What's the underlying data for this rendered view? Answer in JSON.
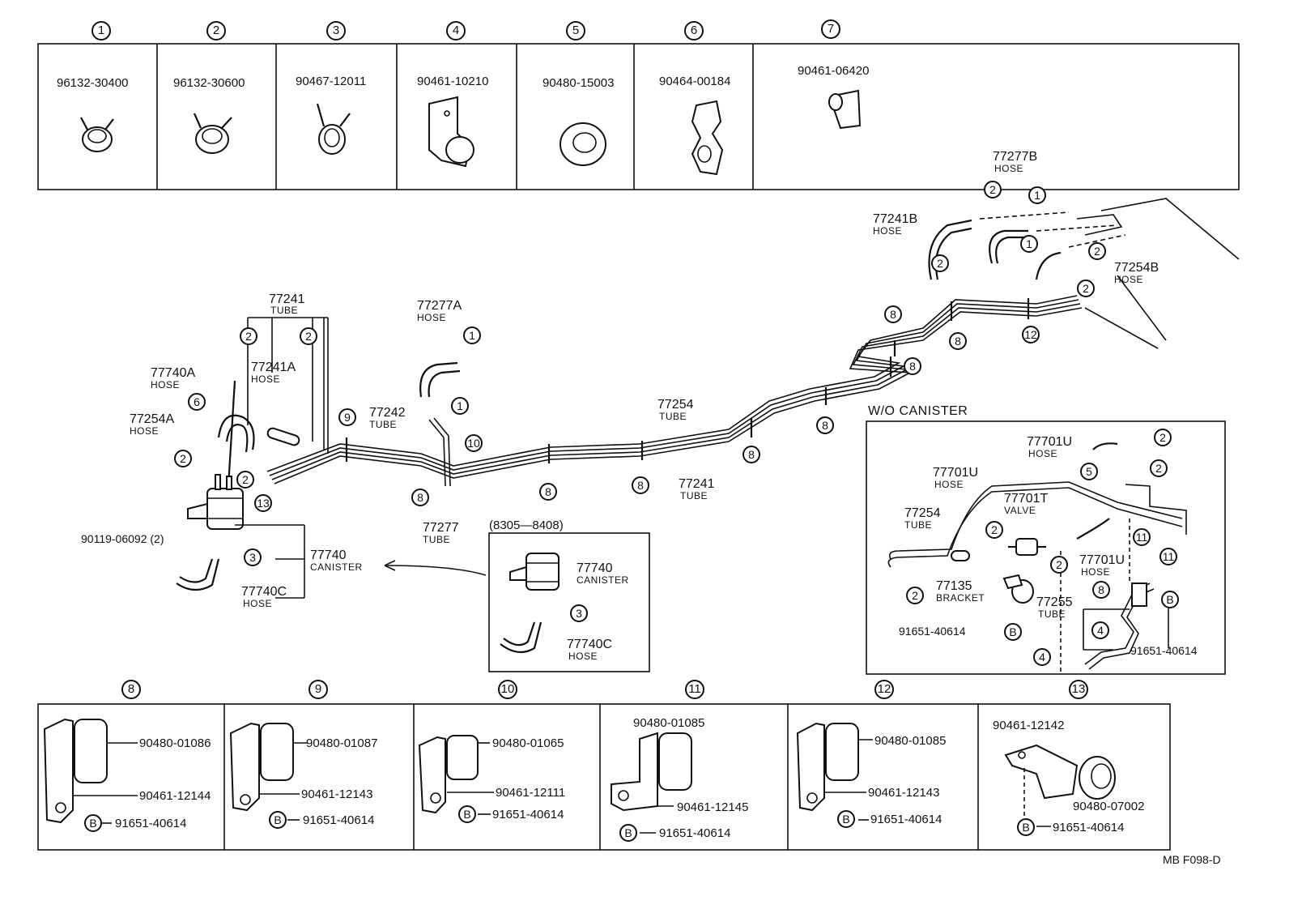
{
  "top_table": {
    "items": [
      {
        "num": "1",
        "part": "96132-30400"
      },
      {
        "num": "2",
        "part": "96132-30600"
      },
      {
        "num": "3",
        "part": "90467-12011"
      },
      {
        "num": "4",
        "part": "90461-10210"
      },
      {
        "num": "5",
        "part": "90480-15003"
      },
      {
        "num": "6",
        "part": "90464-00184"
      },
      {
        "num": "7",
        "part": "90461-06420"
      }
    ]
  },
  "bottom_table": {
    "items": [
      {
        "num": "8",
        "p1": "90480-01086",
        "p2": "90461-12144",
        "p3": "91651-40614"
      },
      {
        "num": "9",
        "p1": "90480-01087",
        "p2": "90461-12143",
        "p3": "91651-40614"
      },
      {
        "num": "10",
        "p1": "90480-01065",
        "p2": "90461-12111",
        "p3": "91651-40614"
      },
      {
        "num": "11",
        "p1": "90480-01085",
        "p2": "90461-12145",
        "p3": "91651-40614"
      },
      {
        "num": "12",
        "p1": "90480-01085",
        "p2": "90461-12143",
        "p3": "91651-40614"
      },
      {
        "num": "13",
        "p1": "90461-12142",
        "p2": "90480-07002",
        "p3": "91651-40614"
      }
    ],
    "bolt_mark": "B"
  },
  "main": {
    "p77241": "77241",
    "tube": "TUBE",
    "hose": "HOSE",
    "canister": "CANISTER",
    "valve": "VALVE",
    "bracket": "BRACKET",
    "p77277A": "77277A",
    "p77740A": "77740A",
    "p77241A": "77241A",
    "p77254A": "77254A",
    "p77242": "77242",
    "p77254": "77254",
    "p77277": "77277",
    "p77740": "77740",
    "p77740C": "77740C",
    "p90119": "90119-06092 (2)",
    "range": "(8305—8408)",
    "p77241B": "77241B",
    "p77277B": "77277B",
    "p77254B": "77254B"
  },
  "wo_canister": {
    "title": "W/O CANISTER",
    "p77701U": "77701U",
    "p77701T": "77701T",
    "p77135": "77135",
    "p77255": "77255",
    "p91651": "91651-40614"
  },
  "footer": {
    "code": "MB  F098-D"
  }
}
